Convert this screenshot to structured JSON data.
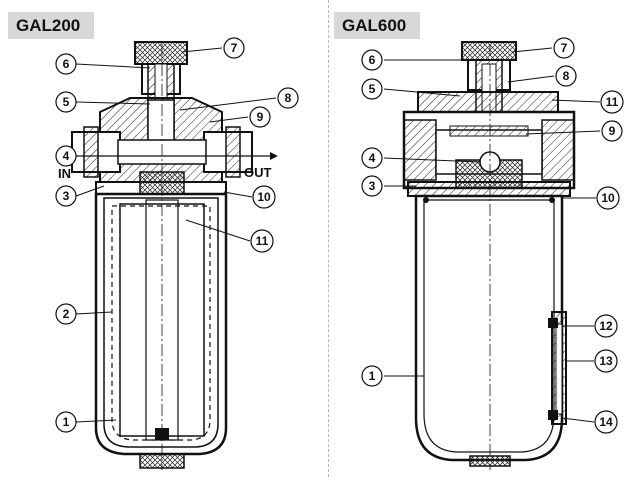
{
  "left": {
    "title": "GAL200",
    "labels": [
      "1",
      "2",
      "3",
      "4",
      "5",
      "6",
      "7",
      "8",
      "9",
      "10",
      "11"
    ],
    "inlet": "IN",
    "outlet": "OUT"
  },
  "right": {
    "title": "GAL600",
    "labels": [
      "1",
      "3",
      "4",
      "5",
      "6",
      "7",
      "8",
      "9",
      "10",
      "11",
      "12",
      "13",
      "14"
    ]
  }
}
